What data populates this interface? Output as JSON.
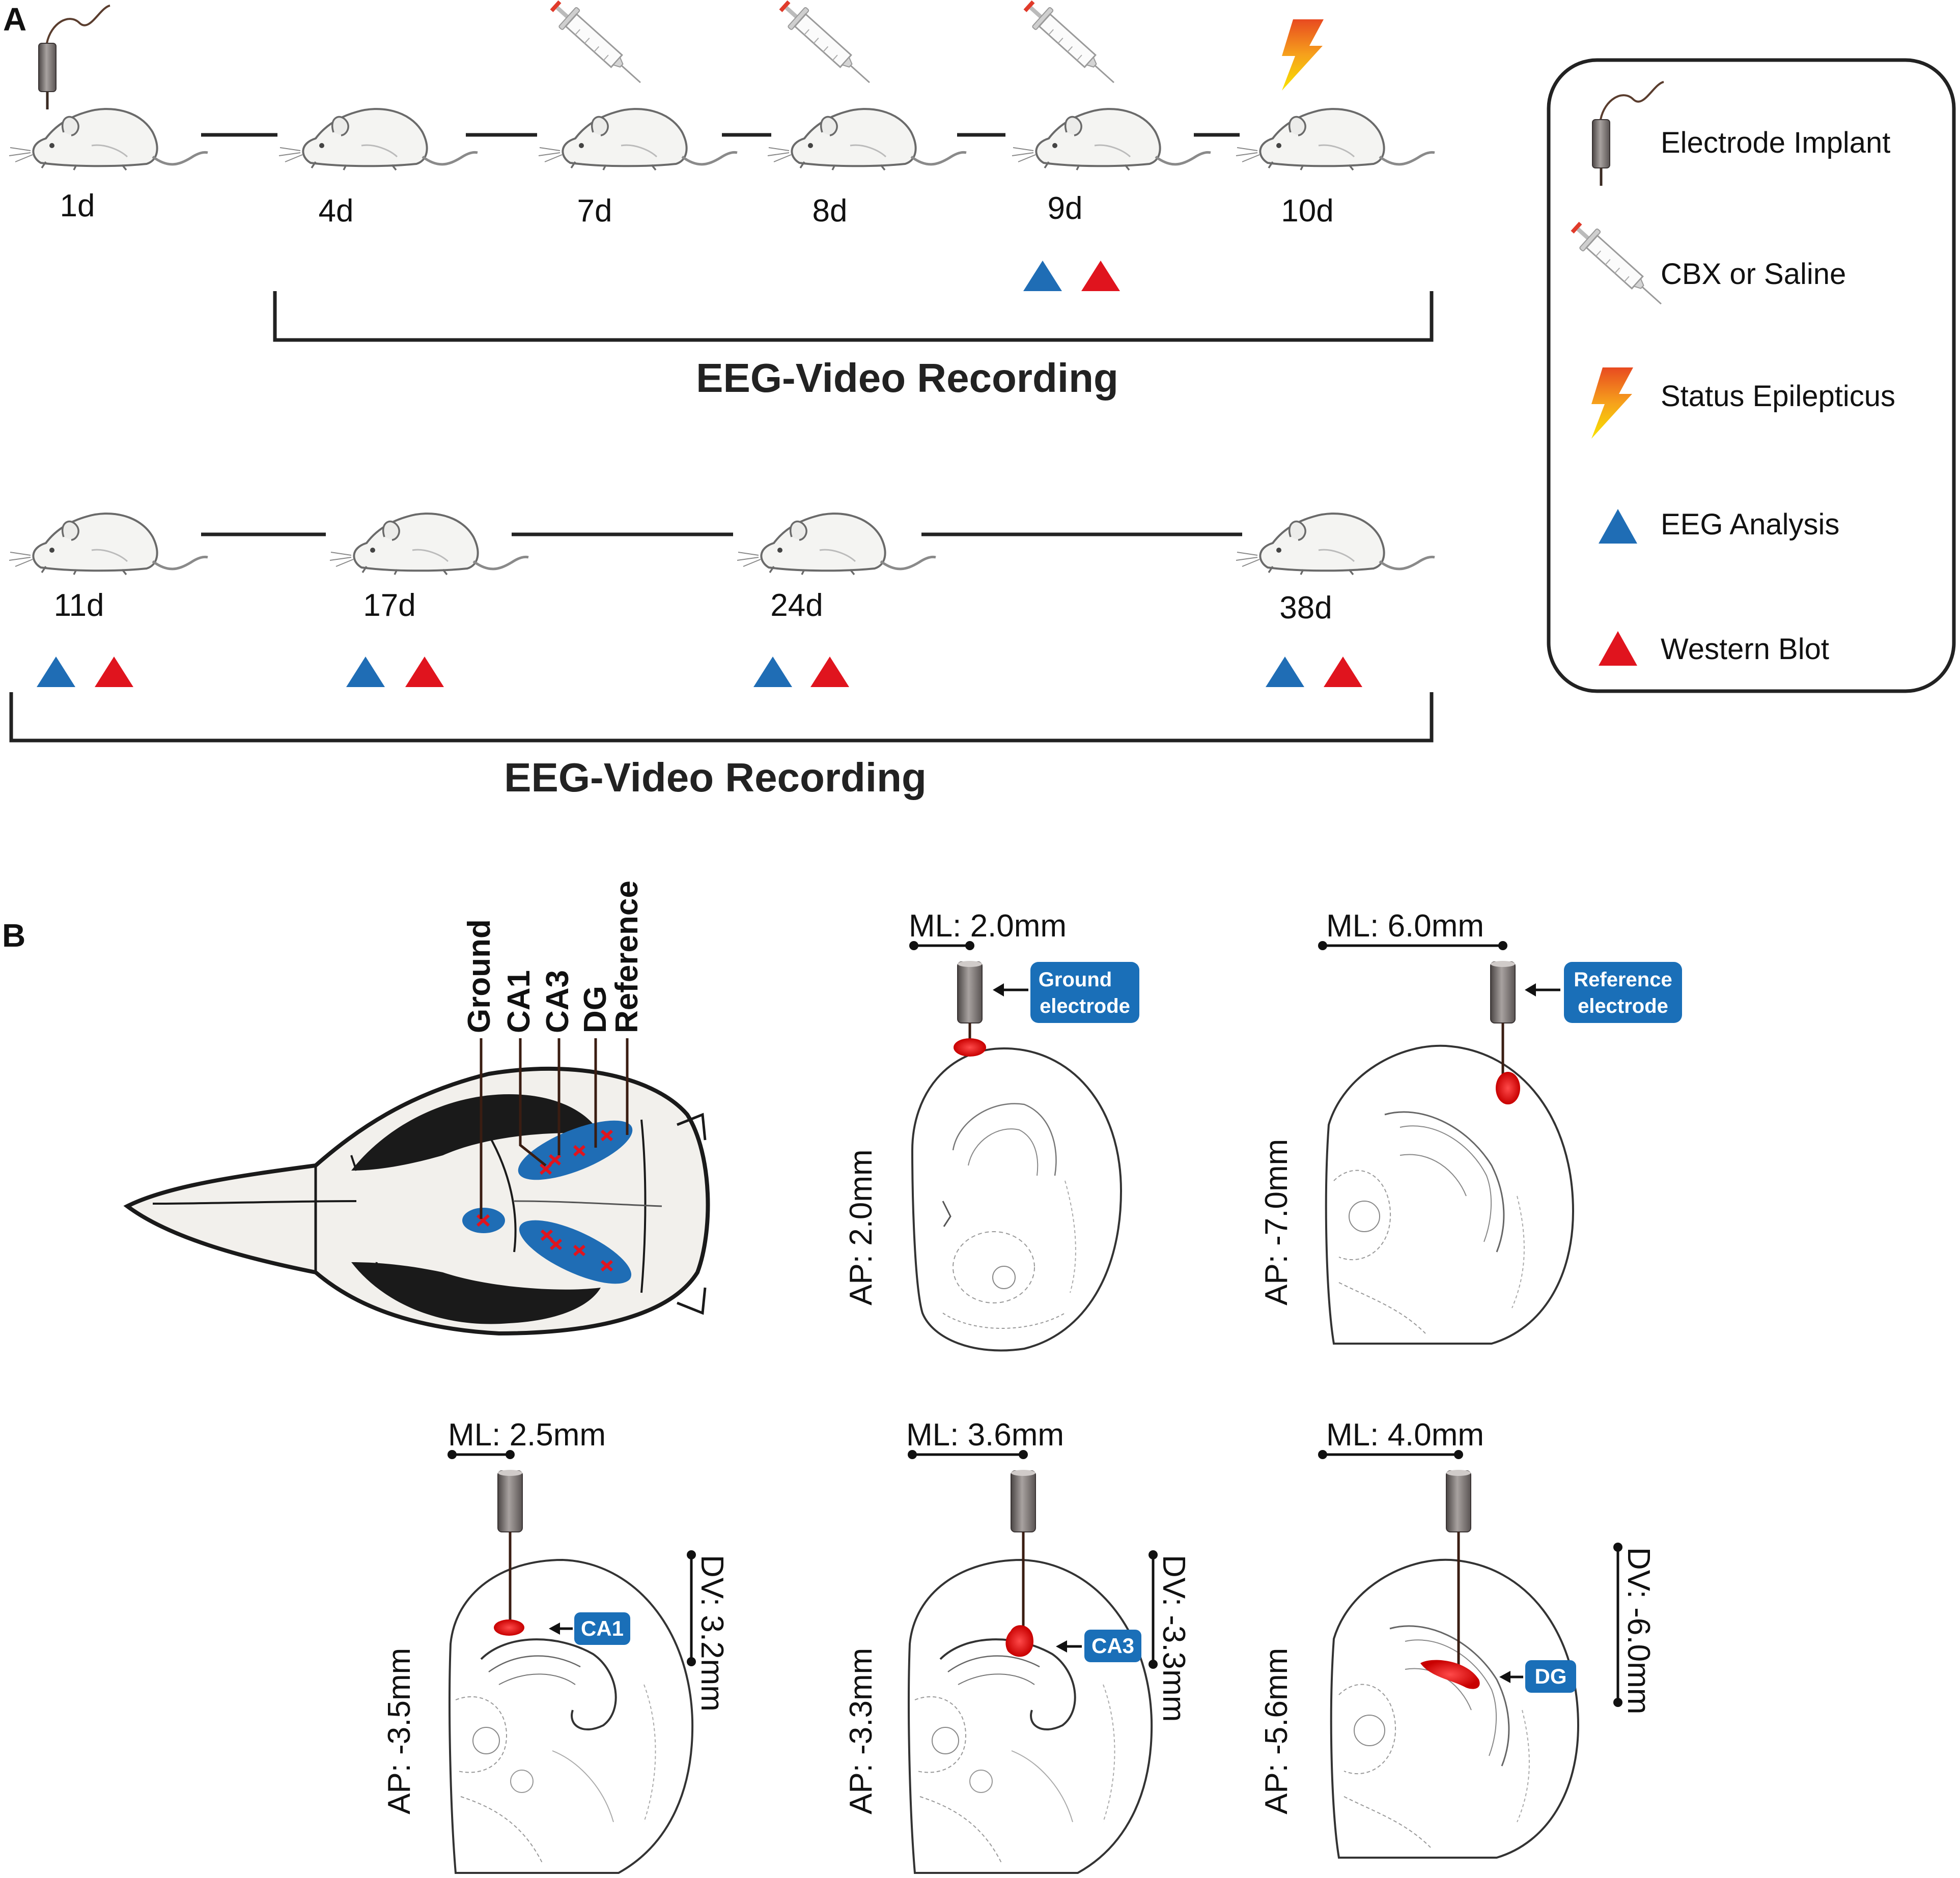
{
  "panel_a": {
    "label": "A",
    "timeline1": {
      "days": [
        "1d",
        "4d",
        "7d",
        "8d",
        "9d",
        "10d"
      ],
      "events": [
        {
          "day": "1d",
          "icon": "electrode-icon"
        },
        {
          "day": "7d",
          "icon": "syringe-icon"
        },
        {
          "day": "8d",
          "icon": "syringe-icon"
        },
        {
          "day": "9d",
          "icon": "syringe-icon"
        },
        {
          "day": "10d",
          "icon": "lightning-icon"
        }
      ],
      "markers": [
        {
          "day": "9d",
          "analyses": [
            "EEG Analysis",
            "Western Blot"
          ]
        }
      ],
      "bracket_label": "EEG-Video Recording"
    },
    "timeline2": {
      "days": [
        "11d",
        "17d",
        "24d",
        "38d"
      ],
      "markers": [
        {
          "day": "11d",
          "analyses": [
            "EEG Analysis",
            "Western Blot"
          ]
        },
        {
          "day": "17d",
          "analyses": [
            "EEG Analysis",
            "Western Blot"
          ]
        },
        {
          "day": "24d",
          "analyses": [
            "EEG Analysis",
            "Western Blot"
          ]
        },
        {
          "day": "38d",
          "analyses": [
            "EEG Analysis",
            "Western Blot"
          ]
        }
      ],
      "bracket_label": "EEG-Video Recording"
    },
    "legend": {
      "items": [
        {
          "icon": "electrode-icon",
          "label": "Electrode Implant"
        },
        {
          "icon": "syringe-icon",
          "label": "CBX or Saline"
        },
        {
          "icon": "lightning-icon",
          "label": "Status Epilepticus"
        },
        {
          "icon": "blue-triangle-icon",
          "label": "EEG Analysis"
        },
        {
          "icon": "red-triangle-icon",
          "label": "Western Blot"
        }
      ]
    }
  },
  "panel_b": {
    "label": "B",
    "skull_labels": [
      "Ground",
      "CA1",
      "CA3",
      "DG",
      "Reference"
    ],
    "sections": [
      {
        "ml": "ML: 2.0mm",
        "ap": "AP: 2.0mm",
        "dv": "",
        "tag_lines": [
          "Ground",
          "electrode"
        ]
      },
      {
        "ml": "ML: 6.0mm",
        "ap": "AP: -7.0mm",
        "dv": "",
        "tag_lines": [
          "Reference",
          "electrode"
        ]
      },
      {
        "ml": "ML: 2.5mm",
        "ap": "AP: -3.5mm",
        "dv": "DV: 3.2mm",
        "tag_lines": [
          "CA1"
        ]
      },
      {
        "ml": "ML: 3.6mm",
        "ap": "AP: -3.3mm",
        "dv": "DV: -3.3mm",
        "tag_lines": [
          "CA3"
        ]
      },
      {
        "ml": "ML: 4.0mm",
        "ap": "AP: -5.6mm",
        "dv": "DV: -6.0mm",
        "tag_lines": [
          "DG"
        ]
      }
    ]
  },
  "colors": {
    "blue": "#1f6db5",
    "red": "#e0141e",
    "tag_blue": "#1a6fb8",
    "dark": "#222222"
  }
}
